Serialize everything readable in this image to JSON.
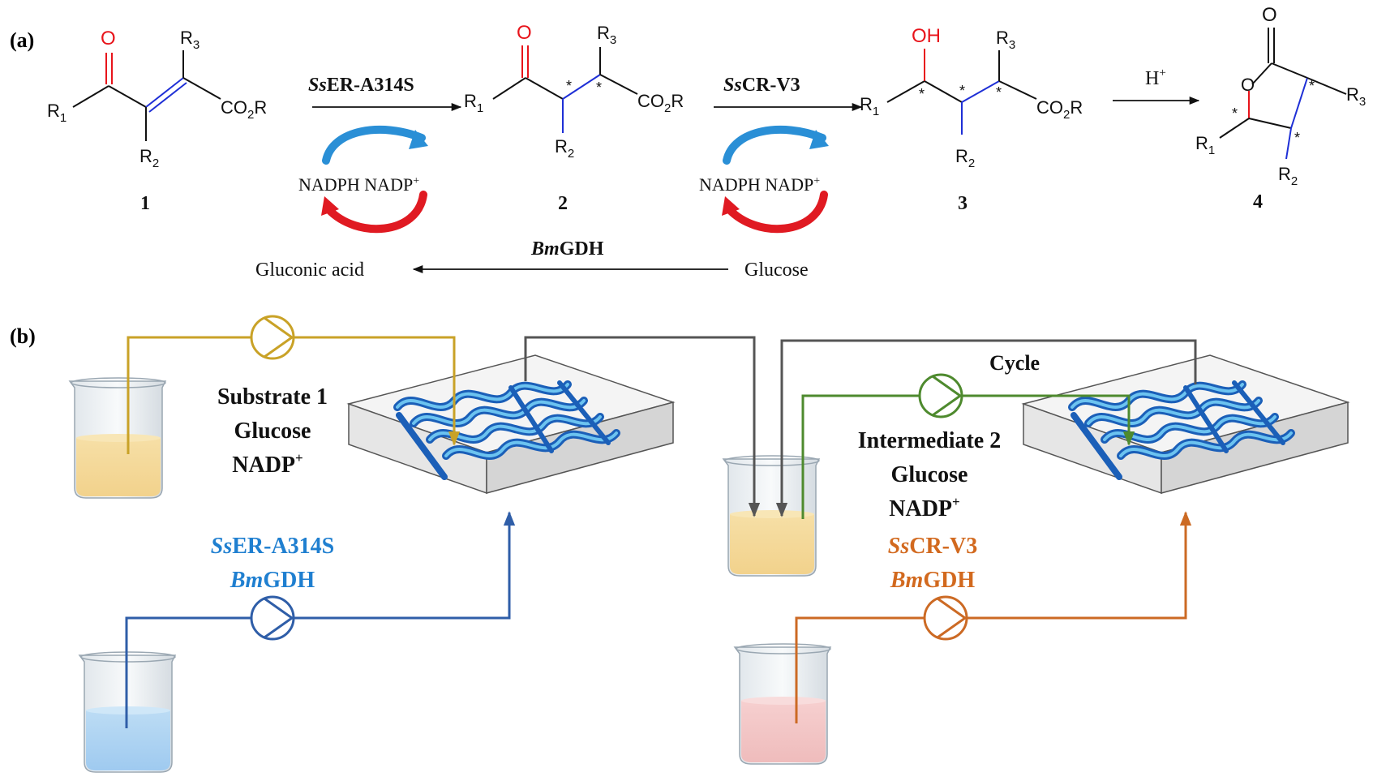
{
  "panel_labels": {
    "a": "(a)",
    "b": "(b)"
  },
  "colors": {
    "oxygen_red": "#e8141b",
    "bond_blue": "#1e2fd6",
    "arrow_cyan": "#2a8fd6",
    "arrow_red": "#e01a22",
    "substrate_line": "#c9a227",
    "enzyme1_line": "#2f5ea8",
    "intermediate_line": "#4e8a2e",
    "enzyme2_line": "#cc6a24",
    "cycle_line": "#555555",
    "enzyme1_text": "#1f7fd0",
    "enzyme2_text": "#d2691e",
    "reactor_channel": "#2a7fd4"
  },
  "compounds": {
    "c1": {
      "number": "1",
      "R1": "R",
      "R2": "R",
      "R3": "R",
      "sub1": "1",
      "sub2": "2",
      "sub3": "3",
      "O": "O",
      "ester": "CO",
      "ester_sub": "2",
      "ester_R": "R"
    },
    "c2": {
      "number": "2",
      "R1": "R",
      "R2": "R",
      "R3": "R",
      "sub1": "1",
      "sub2": "2",
      "sub3": "3",
      "O": "O",
      "ester": "CO",
      "ester_sub": "2",
      "ester_R": "R",
      "star": "*"
    },
    "c3": {
      "number": "3",
      "R1": "R",
      "R2": "R",
      "R3": "R",
      "sub1": "1",
      "sub2": "2",
      "sub3": "3",
      "OH": "OH",
      "ester": "CO",
      "ester_sub": "2",
      "ester_R": "R",
      "star": "*"
    },
    "c4": {
      "number": "4",
      "R1": "R",
      "R2": "R",
      "R3": "R",
      "sub1": "1",
      "sub2": "2",
      "sub3": "3",
      "O_ring": "O",
      "O_carbonyl": "O",
      "star": "*"
    }
  },
  "steps": {
    "step1": {
      "enzyme_italic": "Ss",
      "enzyme_rest": "ER-A314S"
    },
    "step2": {
      "enzyme_italic": "Ss",
      "enzyme_rest": "CR-V3"
    },
    "step3": {
      "label": "H",
      "sup": "+"
    }
  },
  "cofactor": {
    "nadph": "NADPH",
    "nadp": "NADP",
    "nadp_sup": "+"
  },
  "regeneration": {
    "enzyme_italic": "Bm",
    "enzyme_rest": "GDH",
    "product": "Gluconic acid",
    "substrate": "Glucose"
  },
  "flow": {
    "feed1": {
      "line1": "Substrate 1",
      "line2": "Glucose",
      "line3": "NADP",
      "line3_sup": "+"
    },
    "enzyme_feed1": {
      "line1_italic": "Ss",
      "line1_rest": "ER-A314S",
      "line2_italic": "Bm",
      "line2_rest": "GDH"
    },
    "cycle": "Cycle",
    "feed2": {
      "line1": "Intermediate 2",
      "line2": "Glucose",
      "line3": "NADP",
      "line3_sup": "+"
    },
    "enzyme_feed2": {
      "line1_italic": "Ss",
      "line1_rest": "CR-V3",
      "line2_italic": "Bm",
      "line2_rest": "GDH"
    }
  }
}
